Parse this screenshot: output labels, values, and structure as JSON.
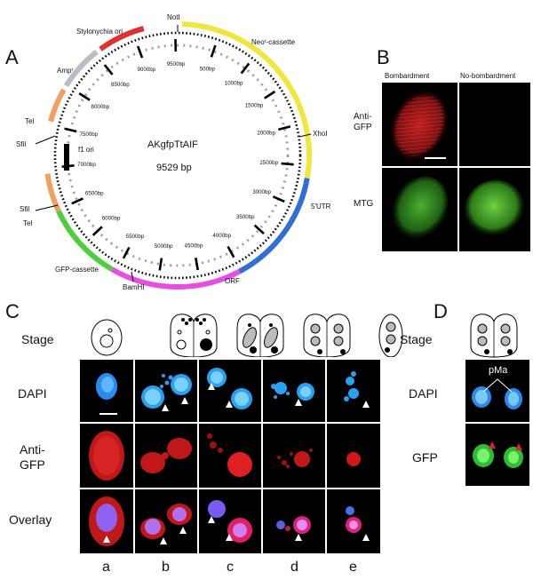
{
  "panels": {
    "a": "A",
    "b": "B",
    "c": "C",
    "d": "D"
  },
  "plasmid": {
    "name": "AKgfpTtAIF",
    "size": "9529 bp",
    "ticks": [
      "9500bp",
      "500bp",
      "1000bp",
      "1500bp",
      "2000bp",
      "2500bp",
      "3000bp",
      "3500bp",
      "4000bp",
      "4500bp",
      "5000bp",
      "5500bp",
      "6000bp",
      "6500bp",
      "7000bp",
      "7500bp",
      "8000bp",
      "8500bp",
      "9000bp"
    ],
    "features": {
      "noti": "NotI",
      "neo": "Neoʳ-cassette",
      "xhoi": "XhoI",
      "utr": "5'UTR",
      "orf": "ORF",
      "bamhi": "BamHI",
      "gfp": "GFP-cassette",
      "tel_bottom": "Tel",
      "sfi_bottom": "Sfil",
      "f1ori": "f1 ori",
      "sfi_top": "Sfil",
      "tel_top": "Tel",
      "amp": "Ampʳ",
      "stylonychia": "Stylonychia ori"
    },
    "colors": {
      "neo": "#f0e63c",
      "utr": "#2f6fd6",
      "orf": "#e84ee0",
      "gfp": "#4ccf3a",
      "tel": "#f0a060",
      "amp": "#b8bcc4",
      "stylonychia": "#e23030"
    }
  },
  "panel_b": {
    "col_bombardment": "Bombardment",
    "col_no_bombardment": "No-bombardment",
    "row_anti_gfp": "Anti-\nGFP",
    "row_mtg": "MTG"
  },
  "panel_c": {
    "stage_label": "Stage",
    "rows": [
      "DAPI",
      "Anti-\nGFP",
      "Overlay"
    ],
    "columns": [
      "a",
      "b",
      "c",
      "d",
      "e"
    ]
  },
  "panel_d": {
    "stage_label": "Stage",
    "rows": [
      "DAPI",
      "GFP"
    ],
    "pma": "pMa"
  }
}
